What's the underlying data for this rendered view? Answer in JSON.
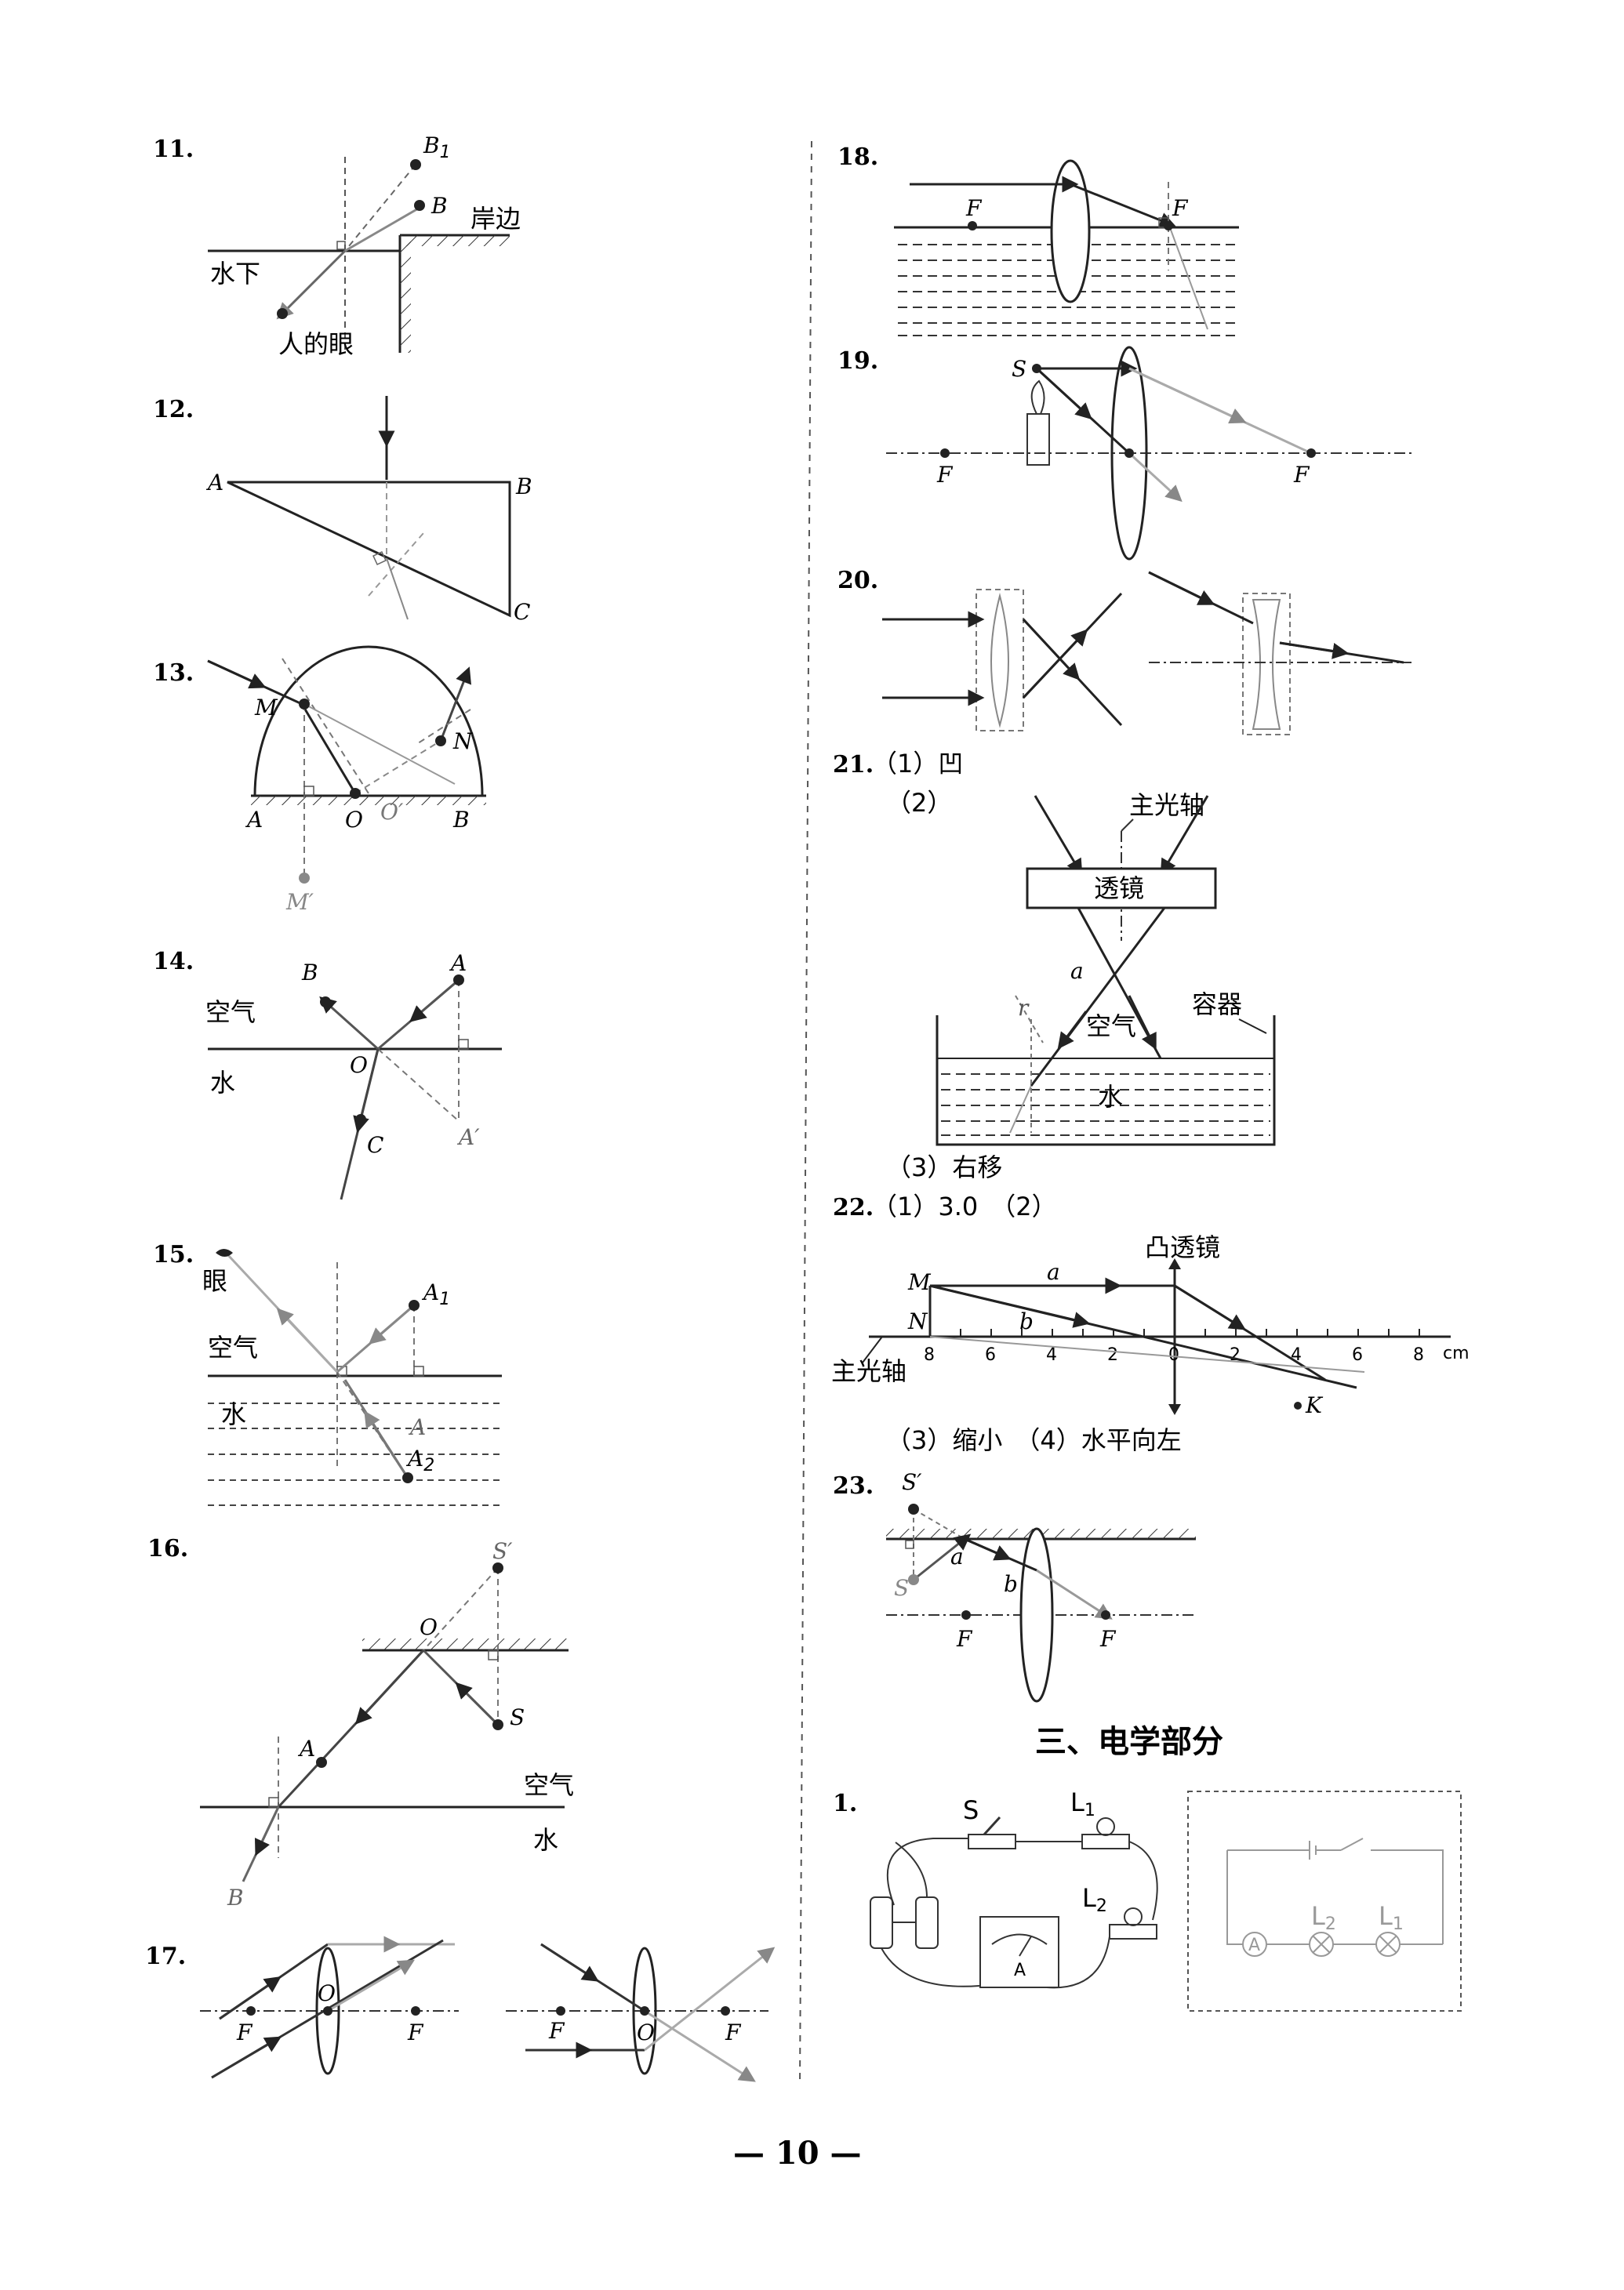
{
  "problems": {
    "p11": {
      "num": "11.",
      "B1": "B",
      "B1sub": "1",
      "B": "B",
      "shore": "岸边",
      "underwater": "水下",
      "eye": "人的眼"
    },
    "p12": {
      "num": "12.",
      "A": "A",
      "B": "B",
      "C": "C"
    },
    "p13": {
      "num": "13.",
      "M": "M",
      "N": "N",
      "A": "A",
      "O": "O",
      "Op": "O′",
      "B": "B",
      "Mp": "M′"
    },
    "p14": {
      "num": "14.",
      "B": "B",
      "A": "A",
      "air": "空气",
      "water": "水",
      "O": "O",
      "Ap": "A′",
      "C": "C"
    },
    "p15": {
      "num": "15.",
      "eye": "眼",
      "A1": "A",
      "A1sub": "1",
      "air": "空气",
      "water": "水",
      "A": "A",
      "A2": "A",
      "A2sub": "2"
    },
    "p16": {
      "num": "16.",
      "Sp": "S′",
      "O": "O",
      "S": "S",
      "A": "A",
      "air": "空气",
      "water": "水",
      "B": "B"
    },
    "p17": {
      "num": "17.",
      "F": "F",
      "O": "O"
    },
    "p18": {
      "num": "18.",
      "F": "F"
    },
    "p19": {
      "num": "19.",
      "S": "S",
      "F": "F"
    },
    "p20": {
      "num": "20."
    },
    "p21": {
      "num": "21.",
      "part1": "（1）凹",
      "part2": "（2）",
      "axis": "主光轴",
      "lens": "透镜",
      "a": "a",
      "r": "r",
      "air": "空气",
      "container": "容器",
      "water": "水",
      "part3": "（3）右移"
    },
    "p22": {
      "num": "22.",
      "part12": "（1）3.0　（2）",
      "convex": "凸透镜",
      "M": "M",
      "N": "N",
      "a": "a",
      "b": "b",
      "axis": "主光轴",
      "cm": "cm",
      "K": "K",
      "ticks": [
        "8",
        "6",
        "4",
        "2",
        "0",
        "2",
        "4",
        "6",
        "8"
      ],
      "part34": "（3）缩小　（4）水平向左"
    },
    "p23": {
      "num": "23.",
      "Sp": "S′",
      "S": "S",
      "a": "a",
      "b": "b",
      "F": "F"
    }
  },
  "section": {
    "title": "三、电学部分"
  },
  "e1": {
    "num": "1.",
    "S": "S",
    "L1": "L",
    "L1sub": "1",
    "L2": "L",
    "L2sub": "2",
    "A": "A"
  },
  "page": {
    "number": "— 10 —"
  }
}
